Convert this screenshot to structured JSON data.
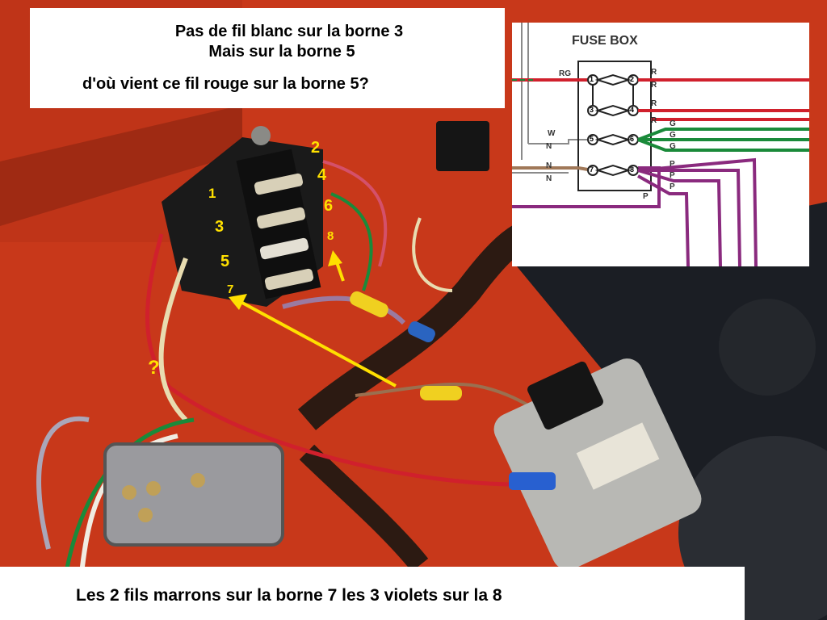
{
  "top_caption": {
    "line1": "Pas de fil blanc  sur la borne 3",
    "line2": "Mais sur la borne 5",
    "line3": "d'où vient ce fil rouge sur la borne 5?"
  },
  "bottom_caption": "Les 2 fils marrons sur la borne 7 les 3 violets sur la 8",
  "photo_labels": {
    "t1": "1",
    "t2": "2",
    "t3": "3",
    "t4": "4",
    "t5": "5",
    "t6": "6",
    "t7": "7",
    "t8": "8",
    "question": "?"
  },
  "schematic": {
    "title": "FUSE BOX",
    "left_labels": {
      "rg": "RG",
      "w": "W",
      "n1": "N",
      "n2": "N",
      "n3": "N"
    },
    "terminals": [
      "1",
      "2",
      "3",
      "4",
      "5",
      "6",
      "7",
      "8"
    ],
    "right_labels": {
      "r1": "R",
      "r2": "R",
      "r3": "R",
      "r4": "R",
      "g1": "G",
      "g2": "G",
      "g3": "G",
      "p1": "P",
      "p2": "P",
      "p3": "P",
      "p4": "P"
    }
  },
  "colors": {
    "annotation": "#ffe000",
    "wire_red": "#d0202c",
    "wire_green": "#1a8a3a",
    "wire_brown": "#9a7050",
    "wire_purple": "#8a2a7e",
    "body_paint": "#c8381a"
  }
}
